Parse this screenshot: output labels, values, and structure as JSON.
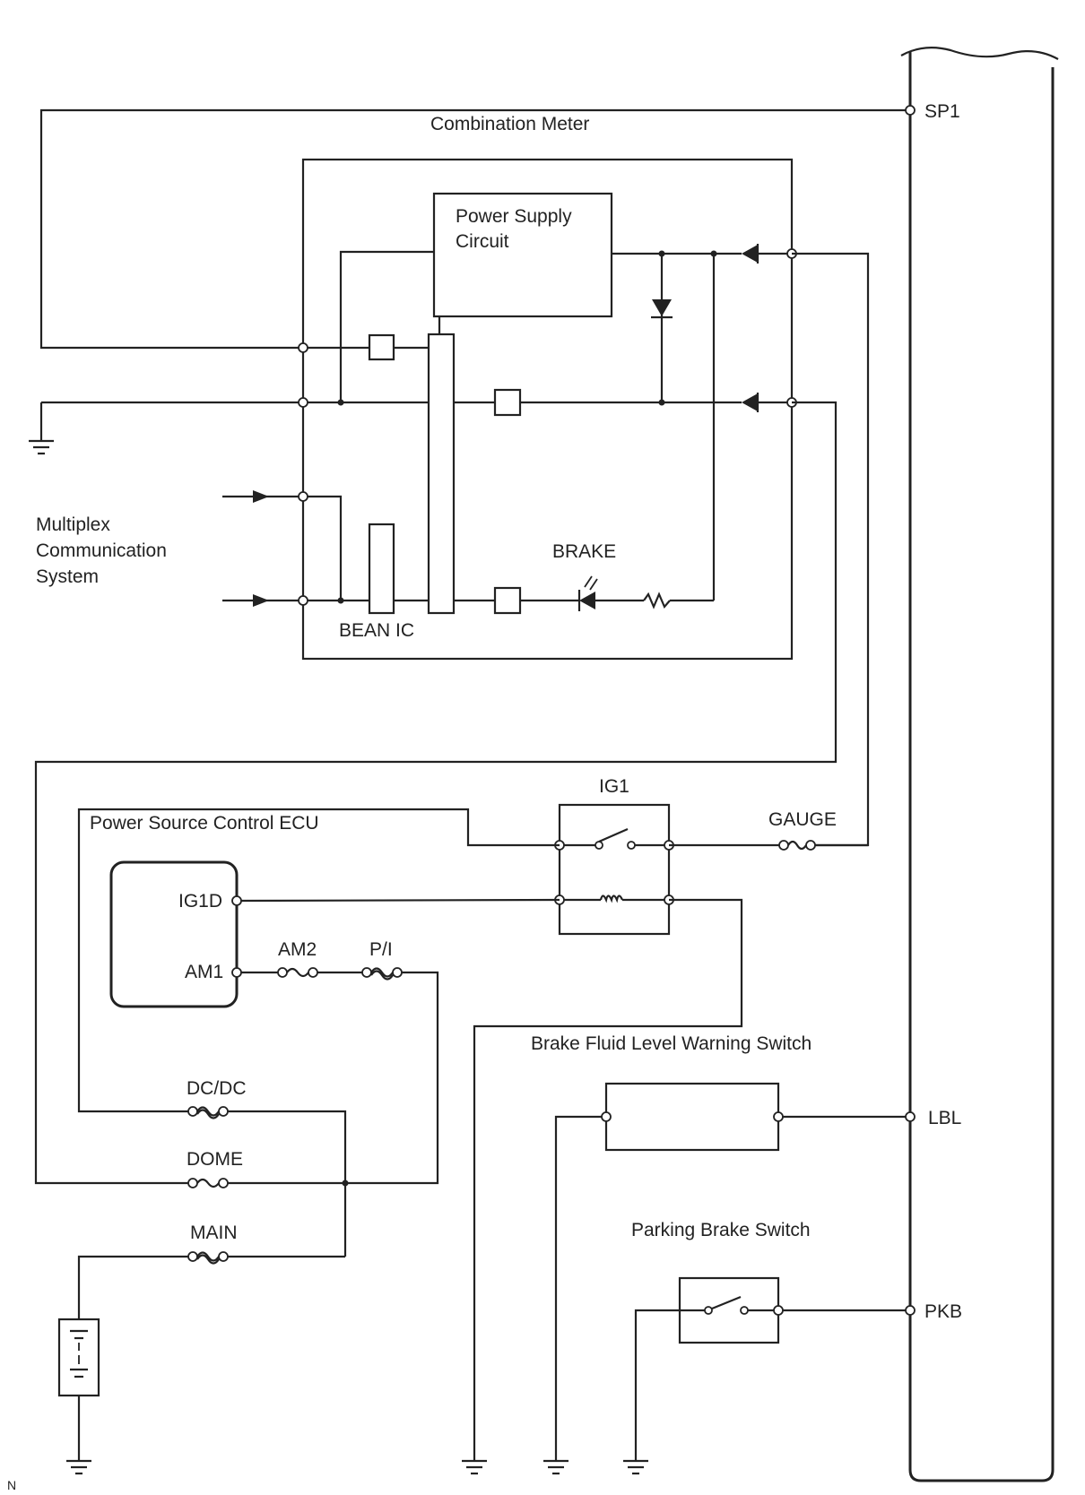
{
  "labels": {
    "combination_meter": "Combination Meter",
    "power_supply_line1": "Power Supply",
    "power_supply_line2": "Circuit",
    "multiplex_line1": "Multiplex",
    "multiplex_line2": "Communication",
    "multiplex_line3": "System",
    "brake": "BRAKE",
    "bean_ic": "BEAN IC",
    "ig1": "IG1",
    "gauge": "GAUGE",
    "power_source_ecu": "Power Source Control ECU",
    "ig1d": "IG1D",
    "am1": "AM1",
    "am2": "AM2",
    "pi": "P/I",
    "brake_fluid_switch": "Brake Fluid Level Warning Switch",
    "dcdc": "DC/DC",
    "dome": "DOME",
    "main": "MAIN",
    "parking_brake_switch": "Parking Brake Switch",
    "sp1": "SP1",
    "lbl": "LBL",
    "pkb": "PKB",
    "corner_mark": "N"
  }
}
